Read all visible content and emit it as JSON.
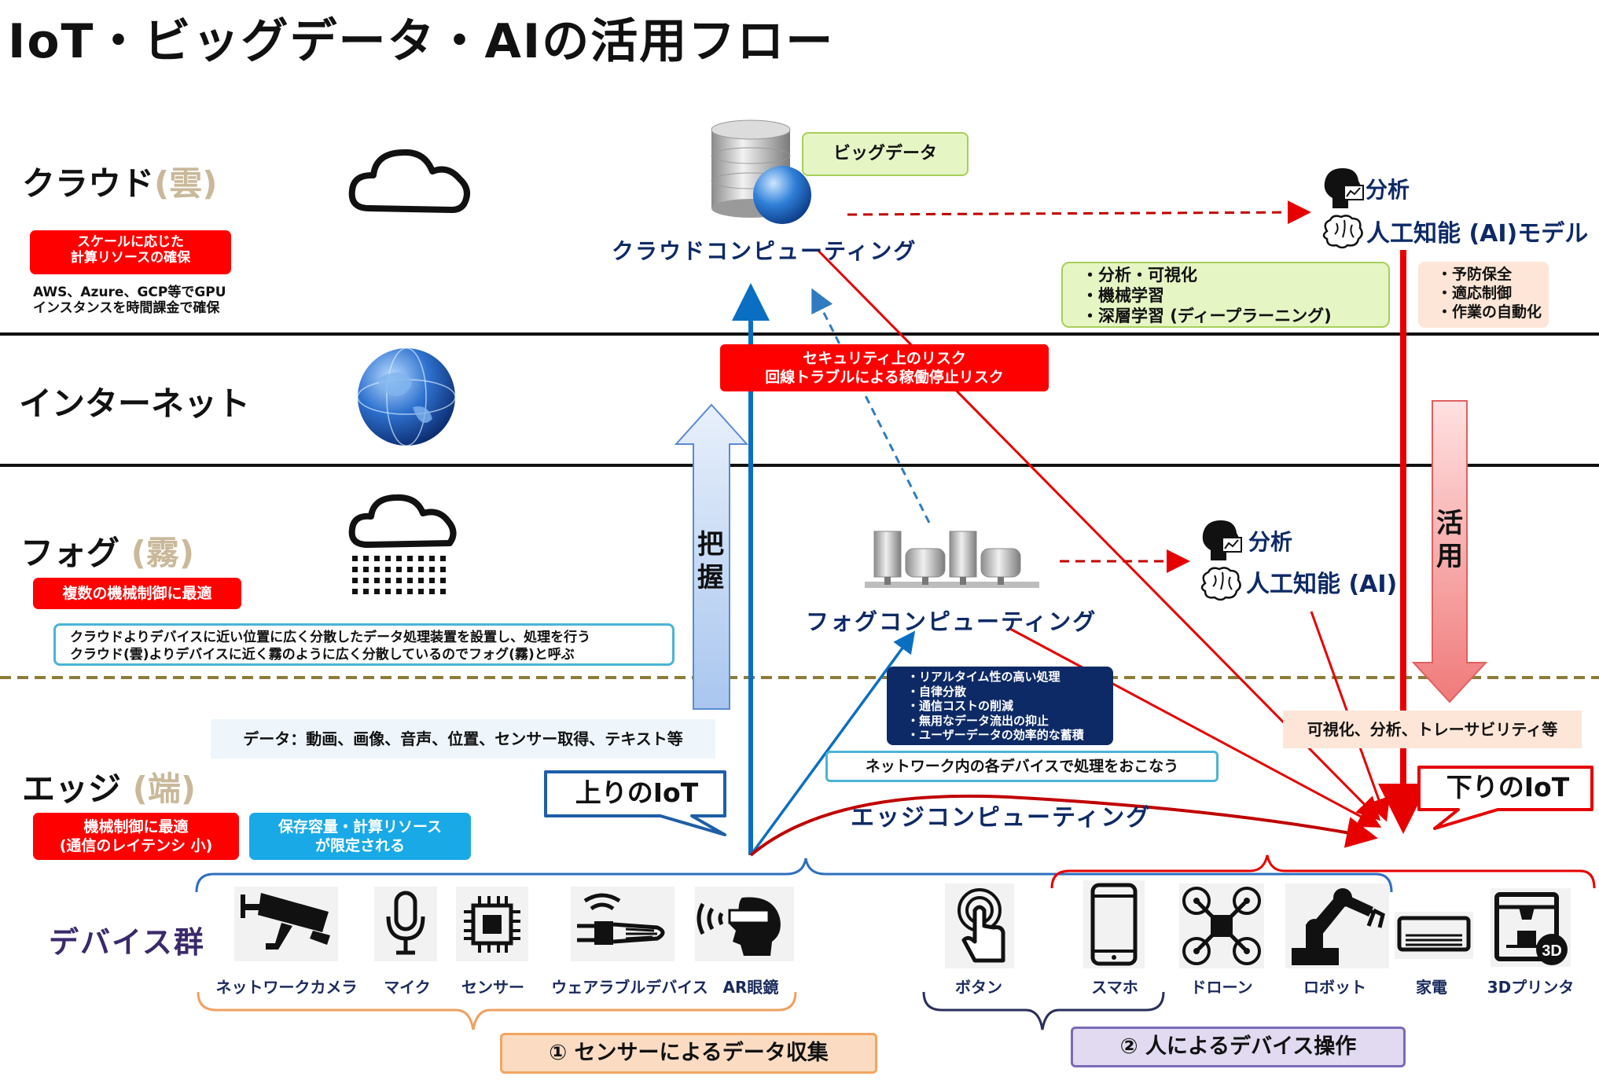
{
  "title": "IoT・ビッグデータ・AIの活用フロー",
  "layers": {
    "cloud": {
      "label": "クラウド",
      "paren": "(雲)",
      "tag": "スケールに応じた\n計算リソースの確保",
      "note": "AWS、Azure、GCP等でGPU\nインスタンスを時間課金で確保"
    },
    "internet": {
      "label": "インターネット"
    },
    "fog": {
      "label": "フォグ",
      "paren": "(霧)",
      "tag": "複数の機械制御に最適",
      "note": "クラウドよりデバイスに近い位置に広く分散したデータ処理装置を設置し、処理を行う\nクラウド(雲)よりデバイスに近く霧のように広く分散しているのでフォグ(霧)と呼ぶ"
    },
    "edge": {
      "label": "エッジ",
      "paren": "(端)",
      "tag_red": "機械制御に最適\n(通信のレイテンシ 小)",
      "tag_cyan": "保存容量・計算リソース\nが限定される"
    }
  },
  "cloud_center": {
    "bigdata_label": "ビッグデータ",
    "computing": "クラウドコンピューティング",
    "ai_analysis": "分析",
    "ai_model": "人工知能 (AI)モデル",
    "green_items": [
      "・分析・可視化",
      "・機械学習",
      "・深層学習 (ディープラーニング)"
    ],
    "peach_items": [
      "・予防保全",
      "・適応制御",
      "・作業の自動化"
    ]
  },
  "risk": "セキュリティ上のリスク\n回線トラブルによる稼働停止リスク",
  "up_arrow_label": "把\n握",
  "down_arrow_label": "活\n用",
  "fog_center": {
    "computing": "フォグコンピューティング",
    "ai_analysis": "分析",
    "ai": "人工知能 (AI)"
  },
  "edge_center": {
    "benefits": [
      "・リアルタイム性の高い処理",
      "・自律分散",
      "・通信コストの削減",
      "・無用なデータ流出の抑止",
      "・ユーザーデータの効率的な蓄積"
    ],
    "network_note": "ネットワーク内の各デバイスで処理をおこなう",
    "computing": "エッジコンピューティング"
  },
  "data_note": "データ：動画、画像、音声、位置、センサー取得、テキスト等",
  "viz_note": "可視化、分析、トレーサビリティ等",
  "upstream_iot": "上りのIoT",
  "downstream_iot": "下りのIoT",
  "devices_label": "デバイス群",
  "devices_left": [
    {
      "label": "ネットワークカメラ",
      "icon": "camera-icon"
    },
    {
      "label": "マイク",
      "icon": "microphone-icon"
    },
    {
      "label": "センサー",
      "icon": "chip-icon"
    },
    {
      "label": "ウェアラブルデバイス",
      "icon": "wearable-icon"
    },
    {
      "label": "AR眼鏡",
      "icon": "ar-glasses-icon"
    }
  ],
  "devices_right": [
    {
      "label": "ボタン",
      "icon": "touch-button-icon"
    },
    {
      "label": "スマホ",
      "icon": "smartphone-icon"
    },
    {
      "label": "ドローン",
      "icon": "drone-icon"
    },
    {
      "label": "ロボット",
      "icon": "robot-arm-icon"
    },
    {
      "label": "家電",
      "icon": "air-conditioner-icon"
    },
    {
      "label": "3Dプリンタ",
      "icon": "3d-printer-icon"
    }
  ],
  "bottom_left": "① センサーによるデータ収集",
  "bottom_right": "② 人によるデバイス操作",
  "colors": {
    "red": "#e60000",
    "blue": "#0a6fc2",
    "navy": "#0e2a66",
    "cyan": "#19a9e6",
    "orange": "#f4a460"
  }
}
